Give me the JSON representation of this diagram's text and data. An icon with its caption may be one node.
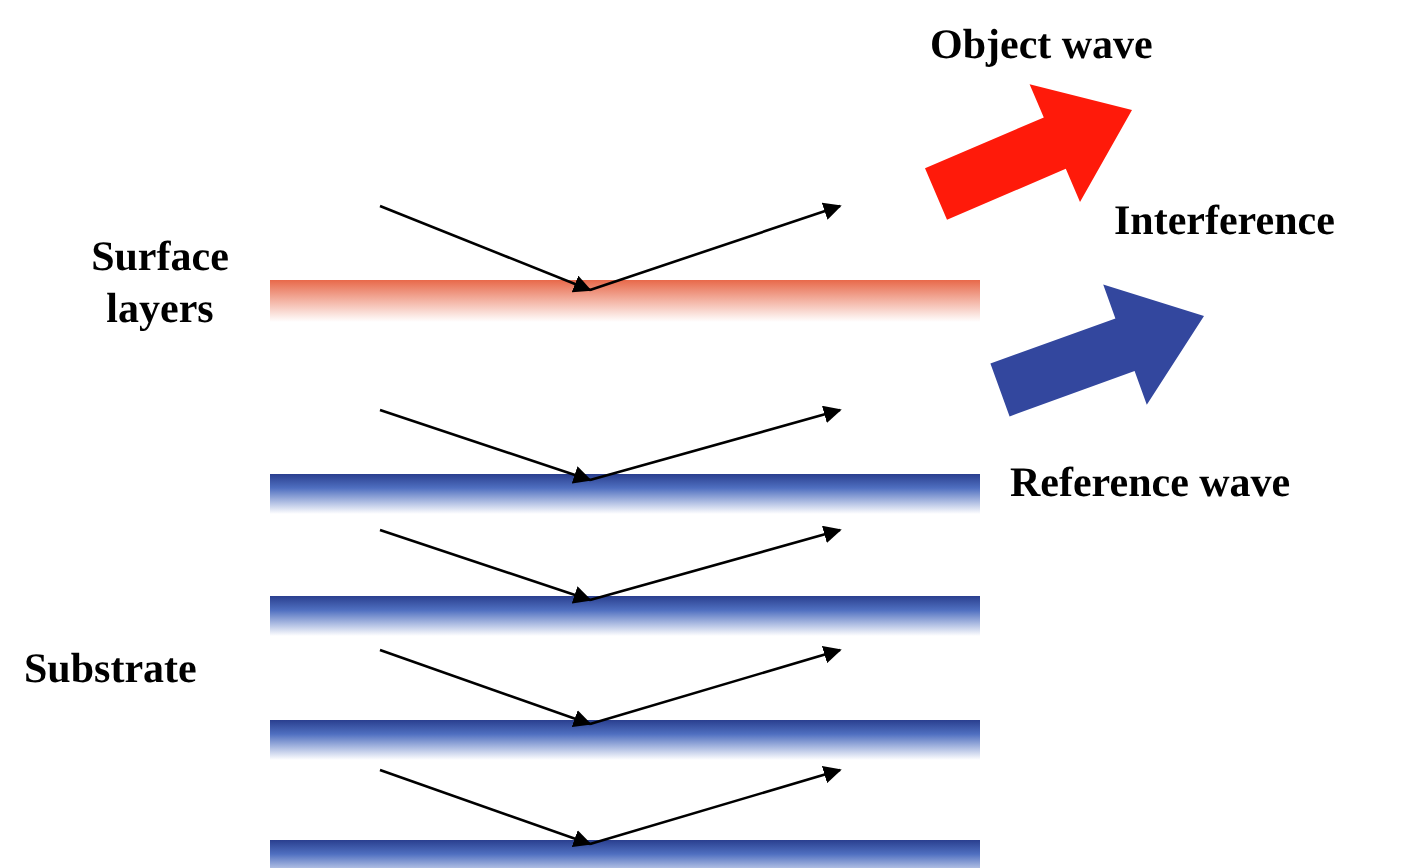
{
  "diagram": {
    "labels": [
      "Object wave",
      "Interference",
      "Surface layers",
      "Reference wave",
      "Substrate"
    ]
  }
}
